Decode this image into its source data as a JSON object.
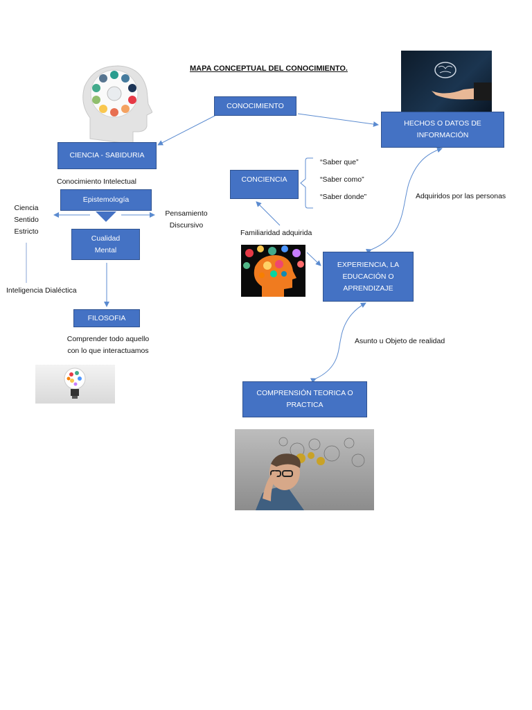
{
  "title": "MAPA CONCEPTUAL DEL CONOCIMIENTO.",
  "nodes": {
    "conocimiento": "CONOCIMIENTO",
    "ciencia_sabiduria": "CIENCIA - SABIDURIA",
    "epistemologia": "Epistemología",
    "cualidad_mental": "Cualidad\nMental",
    "filosofia": "FILOSOFIA",
    "conciencia": "CONCIENCIA",
    "hechos": "HECHOS O DATOS DE\nINFORMACIÓN",
    "experiencia": "EXPERIENCIA, LA\nEDUCACIÓN O\nAPRENDIZAJE",
    "comprension": "COMPRENSIÓN TEORICA O\nPRACTICA"
  },
  "labels": {
    "conocimiento_intelectual": "Conocimiento Intelectual",
    "ciencia_sentido": "Ciencia\nSentido\nEstricto",
    "pensamiento": "Pensamiento\nDiscursivo",
    "inteligencia": "Inteligencia Dialéctica",
    "comprender": "Comprender todo aquello\ncon lo que interactuamos",
    "saber_que": "“Saber que”",
    "saber_como": "“Saber como”",
    "saber_donde": "“Saber donde”",
    "familiaridad": "Familiaridad adquirida",
    "adquiridos": "Adquiridos por las personas",
    "asunto": "Asunto u Objeto de realidad"
  },
  "colors": {
    "box": "#4472c4",
    "line": "#5b8bd0"
  }
}
